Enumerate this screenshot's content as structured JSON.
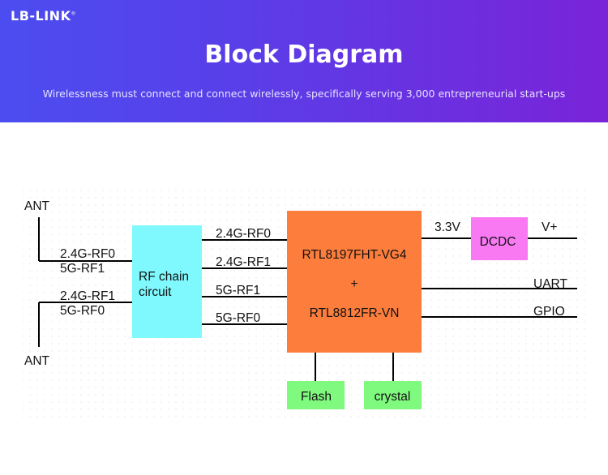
{
  "header": {
    "logo_text": "LB-LINK",
    "title": "Block Diagram",
    "subtitle": "Wirelessness must connect and connect wirelessly, specifically serving 3,000 entrepreneurial start-ups"
  },
  "diagram": {
    "antennas": {
      "top": "ANT",
      "bottom": "ANT"
    },
    "ant_links": {
      "top": {
        "line1": "2.4G-RF0",
        "line2": "5G-RF1"
      },
      "bottom": {
        "line1": "2.4G-RF1",
        "line2": "5G-RF0"
      }
    },
    "rf_block": {
      "line1": "RF chain",
      "line2": "circuit"
    },
    "rf_links": [
      "2.4G-RF0",
      "2.4G-RF1",
      "5G-RF1",
      "5G-RF0"
    ],
    "chip": {
      "line1": "RTL8197FHT-VG4",
      "line2": "+",
      "line3": "RTL8812FR-VN"
    },
    "power": {
      "input": "3.3V",
      "block": "DCDC",
      "output": "V+"
    },
    "interfaces": [
      "UART",
      "GPIO"
    ],
    "peripherals": [
      "Flash",
      "crystal"
    ],
    "colors": {
      "rf_block": "#7ff9fd",
      "chip": "#fd7d3c",
      "dcdc": "#f879f2",
      "peripheral": "#80f97f",
      "banner_start": "#4b4df0",
      "banner_end": "#7a23d8"
    }
  }
}
